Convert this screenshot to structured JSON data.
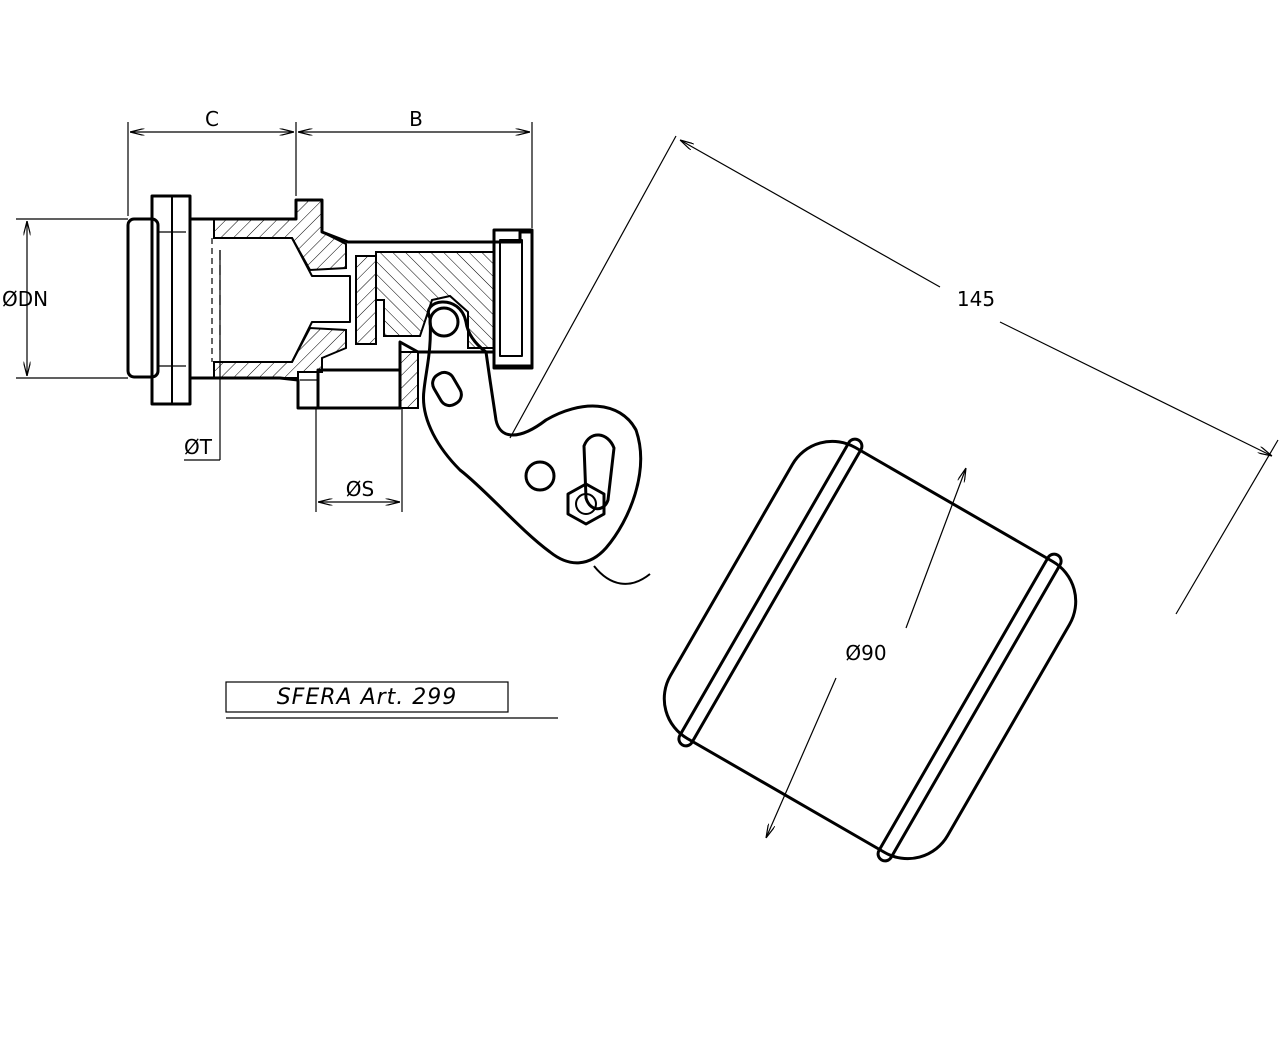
{
  "dimensions": {
    "c": "C",
    "b": "B",
    "dn": "ØDN",
    "t": "ØT",
    "s": "ØS",
    "length": "145",
    "diameter": "Ø90"
  },
  "label": {
    "text": "SFERA Art. 299"
  },
  "colors": {
    "line": "#000000",
    "background": "#ffffff"
  }
}
